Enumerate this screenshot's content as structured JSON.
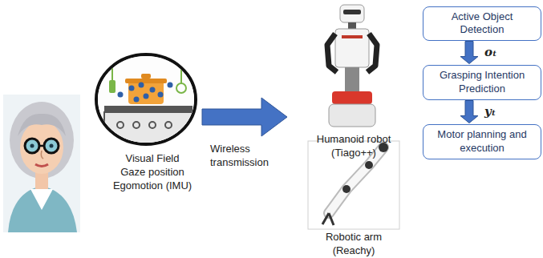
{
  "diagram": {
    "nodes": [
      {
        "text": [
          "Active Object Detection"
        ]
      },
      {
        "text": [
          "Grasping Intention Prediction"
        ]
      },
      {
        "text": [
          "Motor planning and execution"
        ]
      }
    ],
    "edges": [
      {
        "from": 0,
        "to": 1,
        "arrow": "to",
        "label": "oₜ"
      },
      {
        "from": 1,
        "to": 2,
        "arrow": "to",
        "label": "yₜ"
      }
    ],
    "labels": [
      "Visual Field",
      "Gaze position",
      "Egomotion (IMU)",
      "Wireless transmission",
      "Humanoid robot (Tiago++)",
      "Robotic arm (Reachy)"
    ]
  }
}
